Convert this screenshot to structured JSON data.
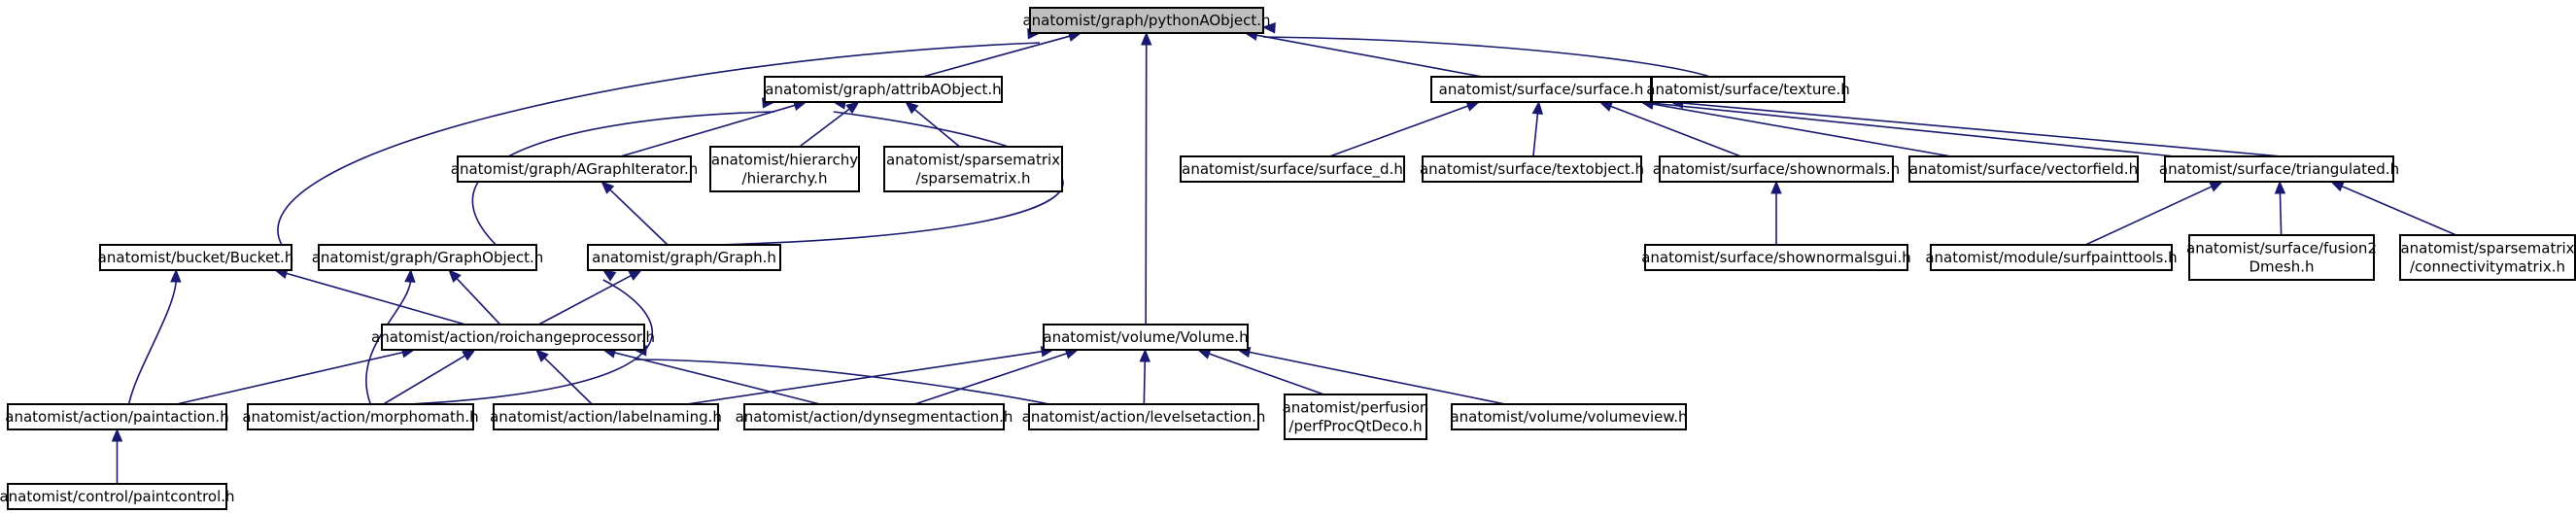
{
  "colors": {
    "edge": "#191970",
    "root_fill": "#bfbfbf",
    "node_fill": "#ffffff",
    "border": "#000000"
  },
  "nodes": [
    {
      "id": "n0",
      "lines": [
        "anatomist/graph/pythonAObject.h"
      ],
      "root": true
    },
    {
      "id": "n1",
      "lines": [
        "anatomist/graph/attribAObject.h"
      ]
    },
    {
      "id": "n2",
      "lines": [
        "anatomist/surface/surface.h"
      ]
    },
    {
      "id": "n3",
      "lines": [
        "anatomist/surface/texture.h"
      ]
    },
    {
      "id": "n4",
      "lines": [
        "anatomist/graph/AGraphIterator.h"
      ]
    },
    {
      "id": "n5",
      "lines": [
        "anatomist/hierarchy",
        "/hierarchy.h"
      ]
    },
    {
      "id": "n6",
      "lines": [
        "anatomist/sparsematrix",
        "/sparsematrix.h"
      ]
    },
    {
      "id": "n7",
      "lines": [
        "anatomist/surface/surface_d.h"
      ]
    },
    {
      "id": "n8",
      "lines": [
        "anatomist/surface/textobject.h"
      ]
    },
    {
      "id": "n9",
      "lines": [
        "anatomist/surface/shownormals.h"
      ]
    },
    {
      "id": "n10",
      "lines": [
        "anatomist/surface/vectorfield.h"
      ]
    },
    {
      "id": "n11",
      "lines": [
        "anatomist/surface/triangulated.h"
      ]
    },
    {
      "id": "n12",
      "lines": [
        "anatomist/bucket/Bucket.h"
      ]
    },
    {
      "id": "n13",
      "lines": [
        "anatomist/graph/GraphObject.h"
      ]
    },
    {
      "id": "n14",
      "lines": [
        "anatomist/graph/Graph.h"
      ]
    },
    {
      "id": "n15",
      "lines": [
        "anatomist/surface/shownormalsgui.h"
      ]
    },
    {
      "id": "n16",
      "lines": [
        "anatomist/module/surfpainttools.h"
      ]
    },
    {
      "id": "n17",
      "lines": [
        "anatomist/surface/fusion2",
        "Dmesh.h"
      ]
    },
    {
      "id": "n18",
      "lines": [
        "anatomist/sparsematrix",
        "/connectivitymatrix.h"
      ]
    },
    {
      "id": "n19",
      "lines": [
        "anatomist/action/roichangeprocessor.h"
      ]
    },
    {
      "id": "n20",
      "lines": [
        "anatomist/volume/Volume.h"
      ]
    },
    {
      "id": "n21",
      "lines": [
        "anatomist/action/paintaction.h"
      ]
    },
    {
      "id": "n22",
      "lines": [
        "anatomist/action/morphomath.h"
      ]
    },
    {
      "id": "n23",
      "lines": [
        "anatomist/action/labelnaming.h"
      ]
    },
    {
      "id": "n24",
      "lines": [
        "anatomist/action/dynsegmentaction.h"
      ]
    },
    {
      "id": "n25",
      "lines": [
        "anatomist/action/levelsetaction.h"
      ]
    },
    {
      "id": "n26",
      "lines": [
        "anatomist/perfusion",
        "/perfProcQtDeco.h"
      ]
    },
    {
      "id": "n27",
      "lines": [
        "anatomist/volume/volumeview.h"
      ]
    },
    {
      "id": "n28",
      "lines": [
        "anatomist/control/paintcontrol.h"
      ]
    }
  ],
  "edges": [
    {
      "from": "n0",
      "to": "n1"
    },
    {
      "from": "n0",
      "to": "n2"
    },
    {
      "from": "n0",
      "to": "n3"
    },
    {
      "from": "n0",
      "to": "n12"
    },
    {
      "from": "n0",
      "to": "n20"
    },
    {
      "from": "n1",
      "to": "n4"
    },
    {
      "from": "n1",
      "to": "n5"
    },
    {
      "from": "n1",
      "to": "n6"
    },
    {
      "from": "n1",
      "to": "n13"
    },
    {
      "from": "n1",
      "to": "n14"
    },
    {
      "from": "n2",
      "to": "n7"
    },
    {
      "from": "n2",
      "to": "n8"
    },
    {
      "from": "n2",
      "to": "n9"
    },
    {
      "from": "n2",
      "to": "n10"
    },
    {
      "from": "n2",
      "to": "n11"
    },
    {
      "from": "n3",
      "to": "n11"
    },
    {
      "from": "n4",
      "to": "n14"
    },
    {
      "from": "n9",
      "to": "n15"
    },
    {
      "from": "n11",
      "to": "n16"
    },
    {
      "from": "n11",
      "to": "n17"
    },
    {
      "from": "n11",
      "to": "n18"
    },
    {
      "from": "n12",
      "to": "n19"
    },
    {
      "from": "n12",
      "to": "n21"
    },
    {
      "from": "n13",
      "to": "n19"
    },
    {
      "from": "n13",
      "to": "n22"
    },
    {
      "from": "n14",
      "to": "n19"
    },
    {
      "from": "n14",
      "to": "n22"
    },
    {
      "from": "n19",
      "to": "n21"
    },
    {
      "from": "n19",
      "to": "n22"
    },
    {
      "from": "n19",
      "to": "n23"
    },
    {
      "from": "n19",
      "to": "n24"
    },
    {
      "from": "n19",
      "to": "n25"
    },
    {
      "from": "n20",
      "to": "n23"
    },
    {
      "from": "n20",
      "to": "n24"
    },
    {
      "from": "n20",
      "to": "n25"
    },
    {
      "from": "n20",
      "to": "n26"
    },
    {
      "from": "n20",
      "to": "n27"
    },
    {
      "from": "n21",
      "to": "n28"
    }
  ]
}
